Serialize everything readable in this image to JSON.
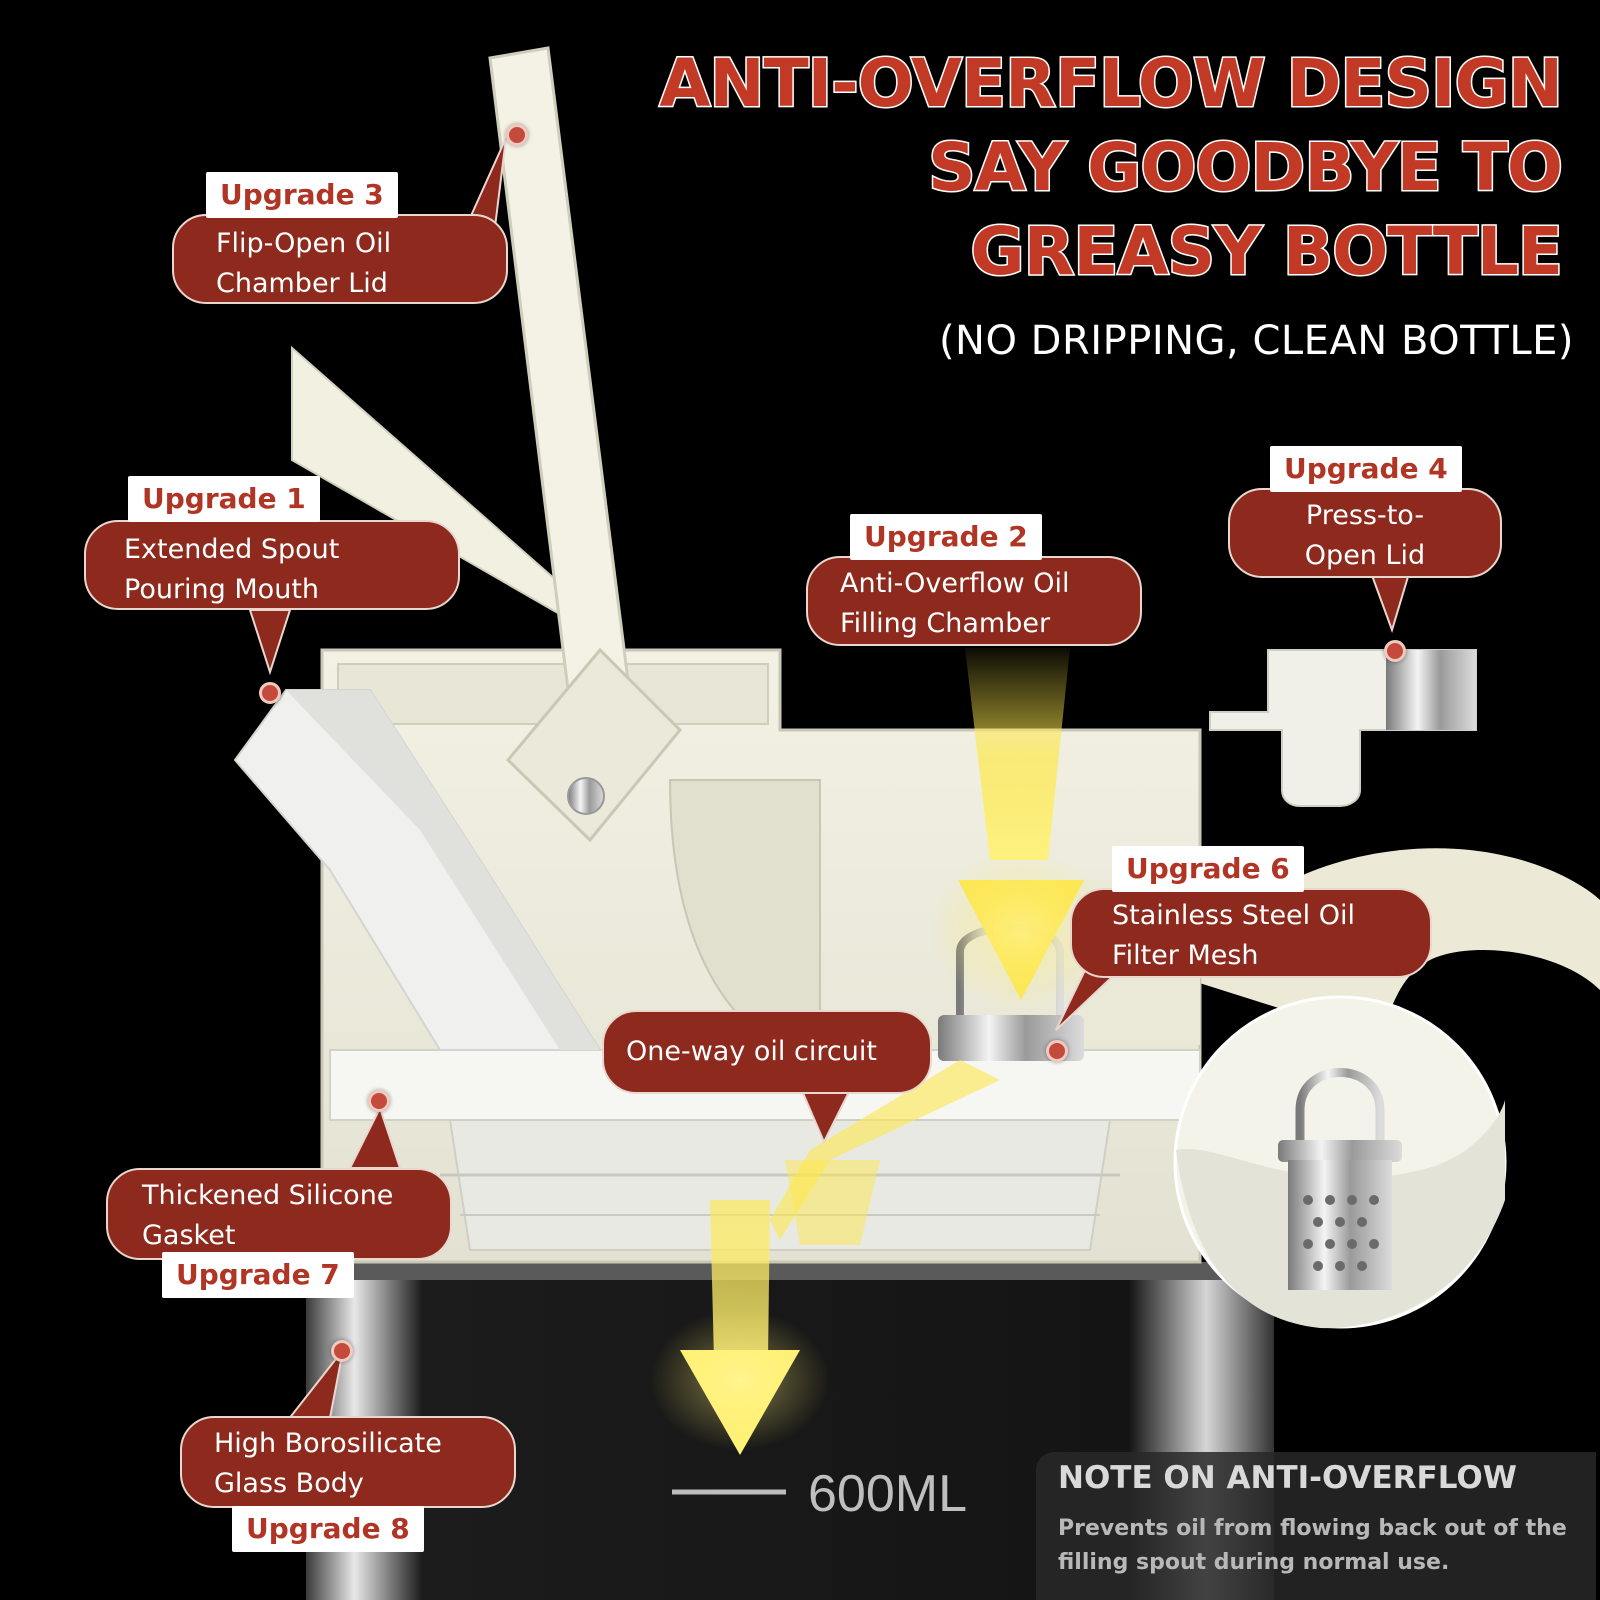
{
  "headline": {
    "line1": "ANTI-OVERFLOW DESIGN",
    "line2": "SAY GOODBYE TO",
    "line3": "GREASY BOTTLE",
    "subtitle": "(NO DRIPPING, CLEAN BOTTLE)"
  },
  "callouts": {
    "upgrade1": {
      "tag": "Upgrade 1",
      "line1": "Extended Spout",
      "line2": "Pouring Mouth"
    },
    "upgrade2": {
      "tag": "Upgrade 2",
      "line1": "Anti-Overflow Oil",
      "line2": "Filling Chamber"
    },
    "upgrade3": {
      "tag": "Upgrade 3",
      "line1": "Flip-Open Oil",
      "line2": "Chamber Lid"
    },
    "upgrade4": {
      "tag": "Upgrade 4",
      "line1": "Press-to-",
      "line2": "Open Lid"
    },
    "upgrade6": {
      "tag": "Upgrade 6",
      "line1": "Stainless Steel Oil",
      "line2": "Filter Mesh"
    },
    "upgrade7": {
      "tag": "Upgrade 7",
      "line1": "Thickened Silicone",
      "line2": "Gasket"
    },
    "upgrade8": {
      "tag": "Upgrade 8",
      "line1": "High Borosilicate",
      "line2": "Glass Body"
    },
    "circuit": {
      "label": "One-way oil circuit"
    }
  },
  "bottle": {
    "volume_mark": "600ML"
  },
  "note": {
    "title": "NOTE ON ANTI-OVERFLOW",
    "body": "Prevents oil from flowing back out of the filling spout during normal use."
  },
  "colors": {
    "accent_red": "#c23a26",
    "bubble_red": "#8d2a1d",
    "cream": "#efeee0",
    "arrow_yellow": "#fde74c",
    "background": "#000000"
  }
}
